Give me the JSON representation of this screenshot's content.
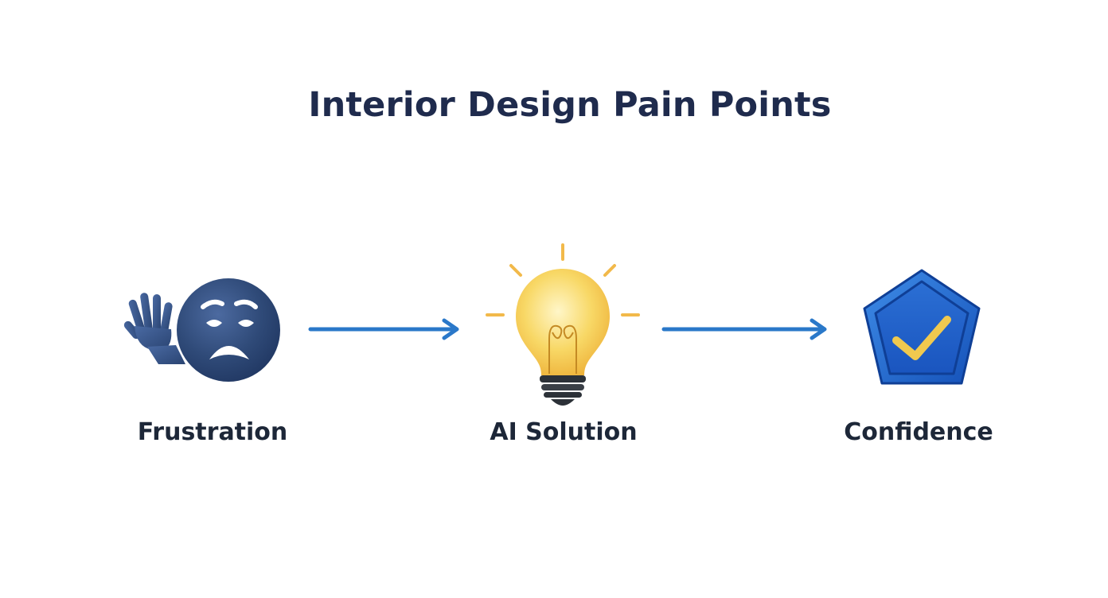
{
  "title": "Interior Design Pain Points",
  "steps": [
    {
      "label": "Frustration",
      "icon": "frustrated-face-waving-hand-icon"
    },
    {
      "label": "AI Solution",
      "icon": "lightbulb-icon"
    },
    {
      "label": "Confidence",
      "icon": "checkmark-shield-icon"
    }
  ],
  "colors": {
    "title": "#1f2b4d",
    "label": "#1d2738",
    "arrow": "#2a78c9",
    "face": "#2f4a78",
    "bulb": "#f6c94b",
    "badge": "#1f6bd1",
    "check": "#f0c94f"
  }
}
